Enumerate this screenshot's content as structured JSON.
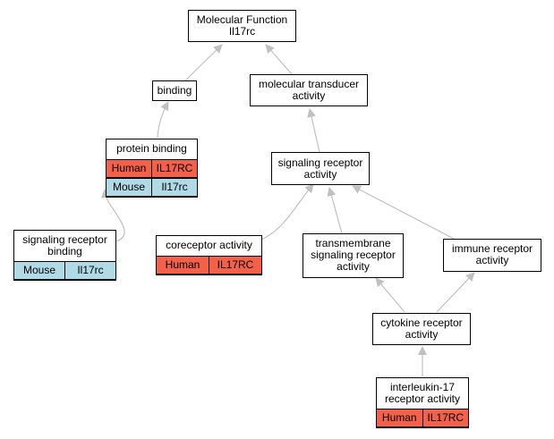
{
  "colors": {
    "human": "#f3614a",
    "mouse": "#b0dbe6",
    "edge": "#c0c0c0"
  },
  "nodes": {
    "root": {
      "label": "Molecular Function\nIl17rc"
    },
    "binding": {
      "label": "binding"
    },
    "molecular_transducer": {
      "label": "molecular transducer\nactivity"
    },
    "protein_binding": {
      "label": "protein binding",
      "annotations": [
        {
          "species": "Human",
          "gene": "IL17RC"
        },
        {
          "species": "Mouse",
          "gene": "Il17rc"
        }
      ]
    },
    "signaling_receptor_activity": {
      "label": "signaling receptor\nactivity"
    },
    "signaling_receptor_binding": {
      "label": "signaling receptor\nbinding",
      "annotations": [
        {
          "species": "Mouse",
          "gene": "Il17rc"
        }
      ]
    },
    "coreceptor_activity": {
      "label": "coreceptor activity",
      "annotations": [
        {
          "species": "Human",
          "gene": "IL17RC"
        }
      ]
    },
    "transmembrane_signaling": {
      "label": "transmembrane\nsignaling receptor\nactivity"
    },
    "immune_receptor": {
      "label": "immune receptor\nactivity"
    },
    "cytokine_receptor": {
      "label": "cytokine receptor\nactivity"
    },
    "il17_receptor": {
      "label": "interleukin-17\nreceptor activity",
      "annotations": [
        {
          "species": "Human",
          "gene": "IL17RC"
        }
      ]
    }
  }
}
